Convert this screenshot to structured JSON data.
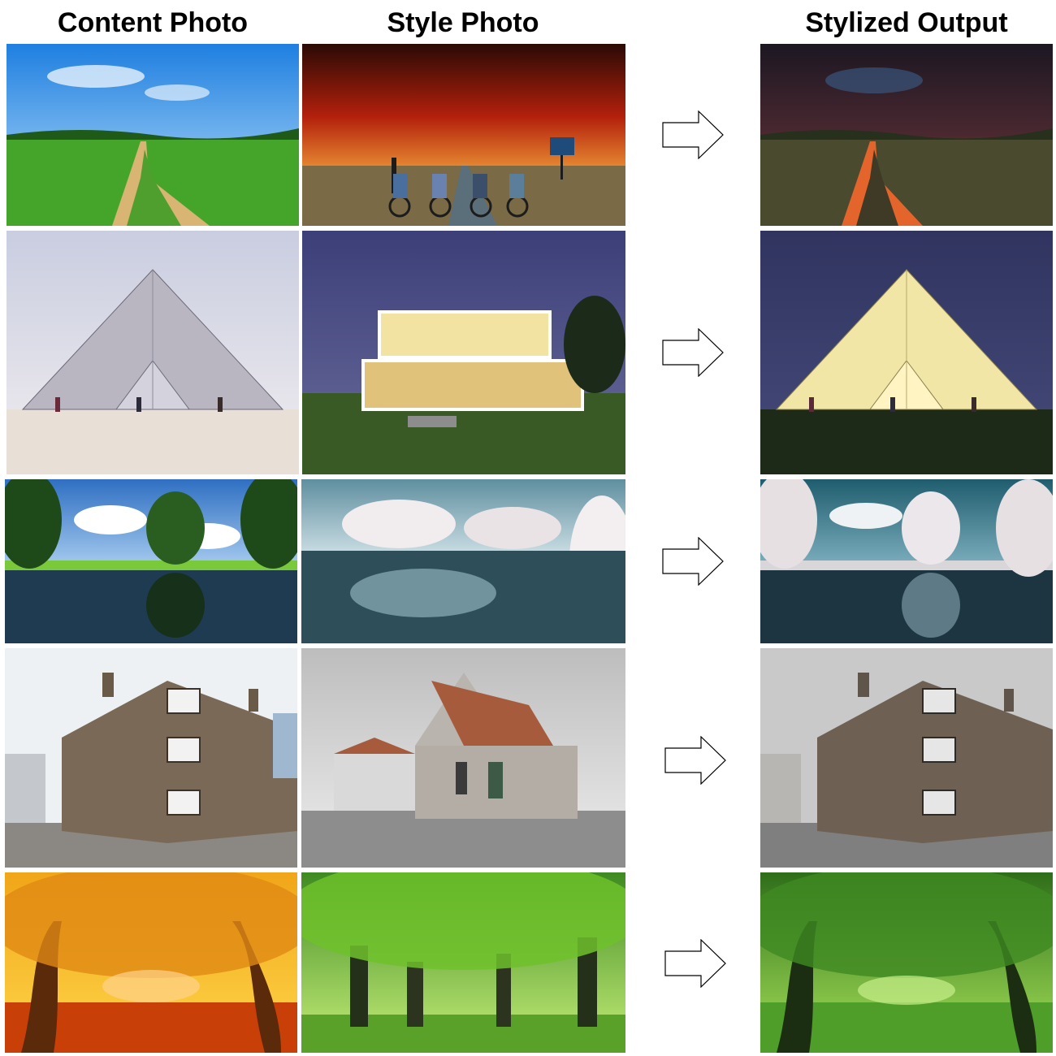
{
  "headers": {
    "content": "Content Photo",
    "style": "Style Photo",
    "output": "Stylized Output"
  },
  "rows": [
    {
      "content": {
        "scene": "country dirt path through green meadow under blue sky",
        "palette": {
          "sky": "#2d8fe6",
          "sky_light": "#bfe3fb",
          "ground": "#3f9a25",
          "accent": "#d9b574"
        }
      },
      "style": {
        "scene": "kids on bicycles on road under fiery red stormy sky",
        "palette": {
          "sky": "#b3200c",
          "sky_light": "#f2a23a",
          "ground": "#5b6f7a",
          "accent": "#1c1c1c"
        }
      },
      "output": {
        "scene": "dirt path meadow with dramatic red-orange dusk sky",
        "palette": {
          "sky": "#2a2330",
          "sky_light": "#c2502a",
          "ground": "#4a4a2f",
          "accent": "#e3652b"
        }
      }
    },
    {
      "content": {
        "scene": "glass pyramid on plaza under pale sky",
        "palette": {
          "sky": "#d7d9e6",
          "sky_light": "#f2eef0",
          "ground": "#e8dfd7",
          "accent": "#b9b6c2"
        }
      },
      "style": {
        "scene": "modern lit house at dusk with lawn",
        "palette": {
          "sky": "#3c3f78",
          "sky_light": "#5d5f93",
          "ground": "#3a5a25",
          "accent": "#f3e3a3"
        }
      },
      "output": {
        "scene": "glowing glass pyramid at dusk on dark lawn",
        "palette": {
          "sky": "#30345f",
          "sky_light": "#474b7b",
          "ground": "#1e2a18",
          "accent": "#f1e6a6"
        }
      }
    },
    {
      "content": {
        "scene": "green trees reflected in calm lake under clouds",
        "palette": {
          "sky": "#2f6fc2",
          "sky_light": "#ffffff",
          "ground": "#2a5e21",
          "accent": "#1e3f22"
        }
      },
      "style": {
        "scene": "white infrared trees reflected in teal river",
        "palette": {
          "sky": "#7fb1c0",
          "sky_light": "#f1ecee",
          "ground": "#2e4e59",
          "accent": "#e9e3e5"
        }
      },
      "output": {
        "scene": "infrared white trees reflected in dark teal lake",
        "palette": {
          "sky": "#2d6e80",
          "sky_light": "#ece7ea",
          "ground": "#1c3540",
          "accent": "#e6e0e3"
        }
      }
    },
    {
      "content": {
        "scene": "old stone corner building on street",
        "palette": {
          "sky": "#eef1f3",
          "sky_light": "#ffffff",
          "ground": "#8b8782",
          "accent": "#7a6956"
        }
      },
      "style": {
        "scene": "HDR stone church in grey surroundings",
        "palette": {
          "sky": "#d4d4d4",
          "sky_light": "#f0f0f0",
          "ground": "#8d8d8d",
          "accent": "#a65c3c"
        }
      },
      "output": {
        "scene": "stone corner building with desaturated grey tone",
        "palette": {
          "sky": "#c9c9c9",
          "sky_light": "#e2e2e2",
          "ground": "#7f7f7f",
          "accent": "#6e6053"
        }
      }
    },
    {
      "content": {
        "scene": "autumn avenue of orange trees with leaf-covered ground",
        "palette": {
          "sky": "#f0a618",
          "sky_light": "#ffd54a",
          "ground": "#c83f08",
          "accent": "#5b2a0a"
        }
      },
      "style": {
        "scene": "green park with large leafy trees",
        "palette": {
          "sky": "#6fc12b",
          "sky_light": "#c7ef7a",
          "ground": "#5aa12a",
          "accent": "#24301a"
        }
      },
      "output": {
        "scene": "tree avenue rendered in vivid green",
        "palette": {
          "sky": "#3f8a22",
          "sky_light": "#a7e35a",
          "ground": "#4f9e2a",
          "accent": "#1b2e12"
        }
      }
    }
  ]
}
